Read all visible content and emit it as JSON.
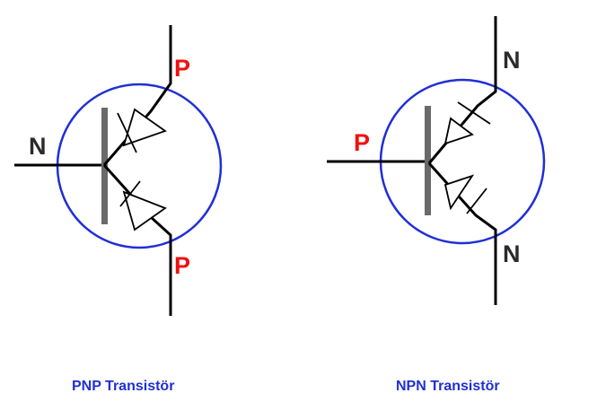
{
  "colors": {
    "circle": "#1f2fd6",
    "p_label": "#ee1111",
    "n_label": "#2b2b2b",
    "caption": "#1f2fd6",
    "base_bar": "#6a6a6a"
  },
  "pnp": {
    "caption": "PNP Transistör",
    "base_label": "N",
    "collector_label": "P",
    "emitter_label": "P"
  },
  "npn": {
    "caption": "NPN Transistör",
    "base_label": "P",
    "collector_label": "N",
    "emitter_label": "N"
  }
}
